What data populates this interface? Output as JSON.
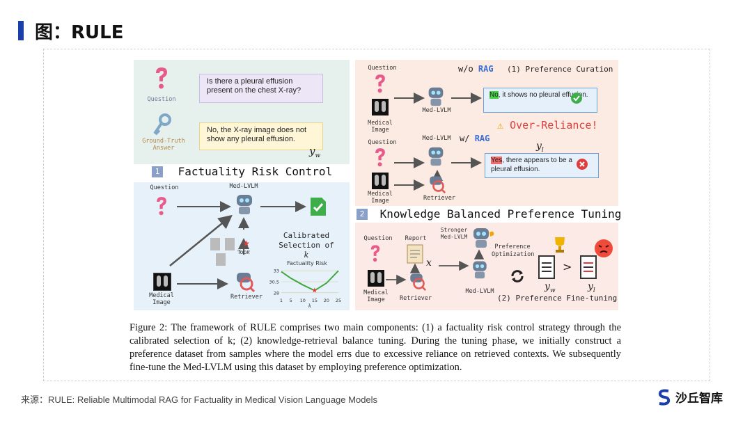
{
  "page": {
    "title": "图：RULE",
    "source": "来源：RULE: Reliable Multimodal RAG for Factuality in Medical Vision Language Models",
    "logo_text": "沙丘智库"
  },
  "figure": {
    "top_left": {
      "question_label": "Question",
      "question_text": "Is there a pleural effusion present on the chest X-ray?",
      "gt_label": "Ground-Truth Answer",
      "gt_text": "No, the X-ray image does not show any pleural effusion.",
      "yw": "y",
      "yw_sub": "w"
    },
    "frc": {
      "badge": "1",
      "title": "Factuality Risk Control",
      "question_label": "Question",
      "model_label": "Med-LVLM",
      "topk_label": "Top",
      "topk_k": "k",
      "calibrated": "Calibrated",
      "selection": "Selection of",
      "selection_k": "k",
      "med_image": "Medical Image",
      "retriever": "Retriever",
      "chart_title": "Factuality Risk",
      "chart_xlabel": "k"
    },
    "top_right": {
      "question_label": "Question",
      "wo": "w/o",
      "rag": "RAG",
      "pref_curation": "(1) Preference Curation",
      "model_label": "Med-LVLM",
      "med_image": "Medical Image",
      "answer_no_hl": "No",
      "answer_no_rest": ", it shows no pleural effusion.",
      "over_reliance": "Over-Reliance!",
      "question_label2": "Question",
      "model_label2": "Med-LVLM",
      "w": "w/",
      "rag2": "RAG",
      "yl": "y",
      "yl_sub": "l",
      "answer_yes_hl": "Yes",
      "answer_yes_rest": ", there appears to be a pleural effusion.",
      "med_image2": "Medical Image",
      "retriever": "Retriever"
    },
    "kbpt": {
      "badge": "2",
      "title": "Knowledge Balanced Preference Tuning",
      "question_label": "Question",
      "report_label": "Report",
      "stronger": "Stronger",
      "stronger_model": "Med-LVLM",
      "pref_opt1": "Preference",
      "pref_opt2": "Optimization",
      "x_label": "x",
      "med_image": "Medical Image",
      "retriever": "Retriever",
      "model_label": "Med-LVLM",
      "yw": "y",
      "yw_sub": "w",
      "yl": "y",
      "yl_sub": "l",
      "gt": ">",
      "finetune": "(2) Preference Fine-tuning"
    },
    "caption": "Figure 2: The framework of RULE comprises two main components: (1) a factuality risk control strategy through the calibrated selection of k; (2) knowledge-retrieval balance tuning. During the tuning phase, we initially construct a preference dataset from samples where the model errs due to excessive reliance on retrieved contexts. We subsequently fine-tune the Med-LVLM using this dataset by employing preference optimization."
  },
  "chart_data": {
    "type": "line",
    "title": "Factuality Risk",
    "xlabel": "k",
    "ylabel": "",
    "x_ticks": [
      "1",
      "5",
      "10",
      "15",
      "20",
      "25"
    ],
    "y_ticks": [
      "33",
      "30.5",
      "28"
    ],
    "series": [
      {
        "x": [
          1,
          5,
          10,
          15,
          20,
          25
        ],
        "values": [
          32.8,
          31.3,
          29.8,
          28.5,
          30.2,
          33.0
        ]
      }
    ],
    "highlight": {
      "x": 15,
      "y": 28.5
    },
    "xlim": [
      1,
      25
    ],
    "ylim": [
      27.5,
      33.5
    ],
    "colors": {
      "line": "#3ea83e",
      "highlight": "#e03c3c"
    }
  },
  "colors": {
    "accent": "#1a3fa8",
    "rag": "#3a6cd3",
    "warn": "#e03c3c"
  }
}
